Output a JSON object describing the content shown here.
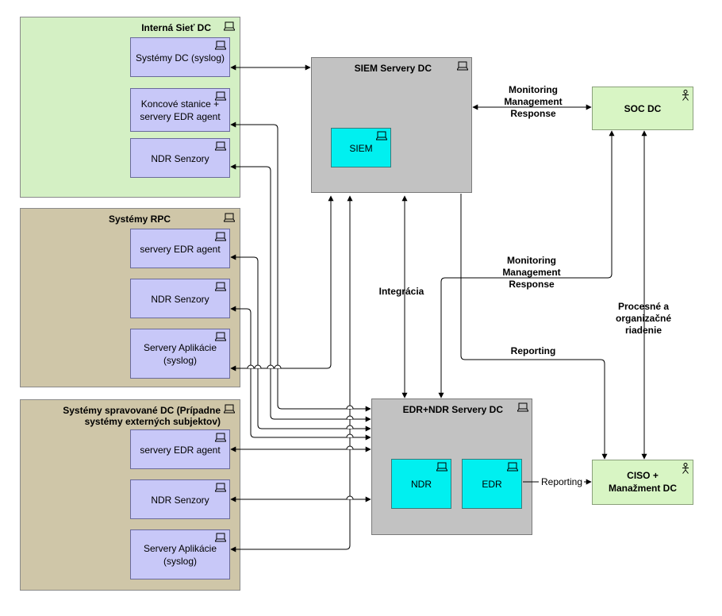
{
  "groups": {
    "interna": "Interná Sieť DC",
    "rpc": "Systémy RPC",
    "spravovane_l1": "Systémy spravované DC (Prípadne",
    "spravovane_l2": "systémy externých subjektov)"
  },
  "nodes": {
    "systemy_dc": "Systémy DC (syslog)",
    "koncove_l1": "Koncové stanice +",
    "koncove_l2": "servery EDR agent",
    "ndr_senzory_1": "NDR Senzory",
    "rpc_edr": "servery EDR agent",
    "rpc_ndr": "NDR Senzory",
    "rpc_apl_l1": "Servery Aplikácie",
    "rpc_apl_l2": "(syslog)",
    "sp_edr": "servery EDR agent",
    "sp_ndr": "NDR Senzory",
    "sp_apl_l1": "Servery Aplikácie",
    "sp_apl_l2": "(syslog)",
    "siem_servery": "SIEM Servery DC",
    "siem": "SIEM",
    "edr_ndr_servery": "EDR+NDR Servery DC",
    "ndr": "NDR",
    "edr": "EDR",
    "soc": "SOC DC",
    "ciso_l1": "CISO +",
    "ciso_l2": "Manažment DC"
  },
  "labels": {
    "mmr1_l1": "Monitoring",
    "mmr1_l2": "Management",
    "mmr1_l3": "Response",
    "mmr2_l1": "Monitoring",
    "mmr2_l2": "Management",
    "mmr2_l3": "Response",
    "integracia": "Integrácia",
    "reporting": "Reporting",
    "reporting2": "Reporting",
    "proc_l1": "Procesné a",
    "proc_l2": "organizačné",
    "proc_l3": "riadenie"
  },
  "icons": {
    "device": "device-icon",
    "actor": "actor-icon"
  },
  "colors": {
    "group_green": "#d4f0c4",
    "group_tan": "#cfc6a8",
    "node_blue": "#c8c8f8",
    "node_grey": "#c2c2c2",
    "node_cyan": "#00f0f0",
    "actor_green": "#d8f5c4",
    "edge": "#000000"
  }
}
